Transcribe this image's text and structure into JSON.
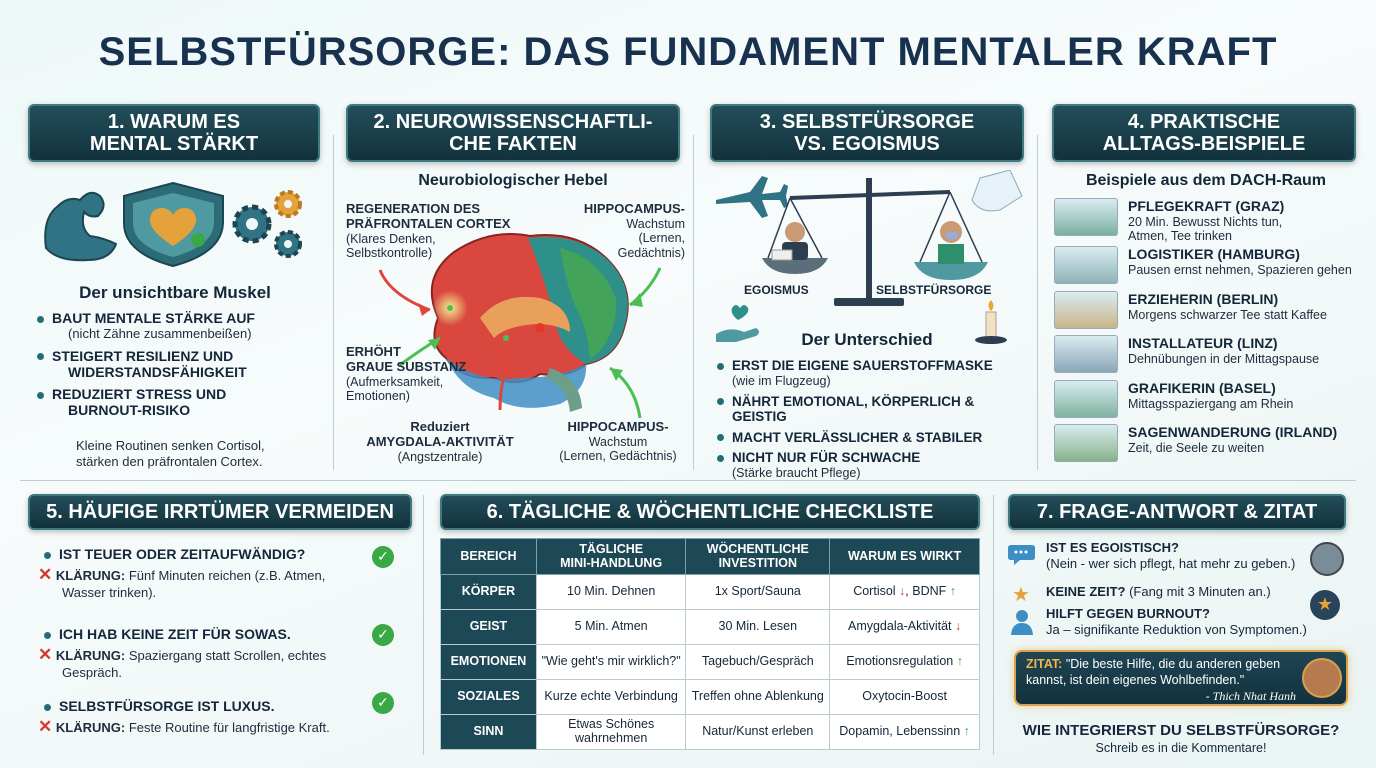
{
  "title": "SELBSTFÜRSORGE: DAS FUNDAMENT MENTALER KRAFT",
  "s1": {
    "banner": [
      "1. WARUM ES",
      "MENTAL STÄRKT"
    ],
    "heading": "Der unsichtbare Muskel",
    "bullets": [
      {
        "main": "BAUT MENTALE STÄRKE AUF",
        "sub": "(nicht Zähne zusammenbeißen)"
      },
      {
        "main": "STEIGERT RESILIENZ UND",
        "main2": "WIDERSTANDSFÄHIGKEIT"
      },
      {
        "main": "REDUZIERT STRESS UND",
        "main2": "BURNOUT-RISIKO"
      }
    ],
    "note": [
      "Kleine Routinen senken Cortisol,",
      "stärken den präfrontalen Cortex."
    ]
  },
  "s2": {
    "banner": [
      "2. NEUROWISSENSCHAFTLI-",
      "CHE FAKTEN"
    ],
    "heading": "Neurobiologischer Hebel",
    "l1": [
      "REGENERATION DES",
      "PRÄFRONTALEN CORTEX",
      "(Klares Denken,",
      "Selbstkontrolle)"
    ],
    "l2": [
      "HIPPOCAMPUS-",
      "Wachstum",
      "(Lernen,",
      "Gedächtnis)"
    ],
    "l3": [
      "ERHÖHT",
      "GRAUE SUBSTANZ",
      "(Aufmerksamkeit,",
      "Emotionen)"
    ],
    "l4": [
      "Reduziert",
      "AMYGDALA-AKTIVITÄT",
      "(Angstzentrale)"
    ],
    "l5": [
      "HIPPOCAMPUS-",
      "Wachstum",
      "(Lernen, Gedächtnis)"
    ]
  },
  "s3": {
    "banner": [
      "3. SELBSTFÜRSORGE",
      "VS. EGOISMUS"
    ],
    "scale_left": "EGOISMUS",
    "scale_right": "SELBSTFÜRSORGE",
    "heading": "Der Unterschied",
    "bullets": [
      {
        "main": "ERST DIE EIGENE SAUERSTOFFMASKE",
        "sub": "(wie im Flugzeug)"
      },
      {
        "main": "NÄHRT EMOTIONAL, KÖRPERLICH & GEISTIG"
      },
      {
        "main": "MACHT VERLÄSSLICHER & STABILER"
      },
      {
        "main": "NICHT NUR FÜR SCHWACHE",
        "sub": "(Stärke braucht Pflege)"
      }
    ]
  },
  "s4": {
    "banner": [
      "4. PRAKTISCHE",
      "ALLTAGS-BEISPIELE"
    ],
    "heading": "Beispiele aus dem DACH-Raum",
    "items": [
      {
        "title": "PFLEGEKRAFT (GRAZ)",
        "lines": [
          "20 Min. Bewusst Nichts tun,",
          "Atmen, Tee trinken"
        ],
        "color": "#7bb0a0"
      },
      {
        "title": "LOGISTIKER (HAMBURG)",
        "lines": [
          "Pausen ernst nehmen, Spazieren gehen"
        ],
        "color": "#8eb3b8"
      },
      {
        "title": "ERZIEHERIN (BERLIN)",
        "lines": [
          "Morgens schwarzer Tee statt Kaffee"
        ],
        "color": "#c8b58a"
      },
      {
        "title": "INSTALLATEUR (LINZ)",
        "lines": [
          "Dehnübungen in der Mittagspause"
        ],
        "color": "#8aa7b8"
      },
      {
        "title": "GRAFIKERIN (BASEL)",
        "lines": [
          "Mittagsspaziergang am Rhein"
        ],
        "color": "#7fb2a0"
      },
      {
        "title": "SAGENWANDERUNG (IRLAND)",
        "lines": [
          "Zeit, die Seele zu weiten"
        ],
        "color": "#86b28a"
      }
    ]
  },
  "s5": {
    "banner": "5. HÄUFIGE IRRTÜMER VERMEIDEN",
    "label": "KLÄRUNG:",
    "items": [
      {
        "q": "IST TEUER ODER ZEITAUFWÄNDIG?",
        "a": [
          "Fünf Minuten reichen (z.B. Atmen,",
          "Wasser trinken)."
        ]
      },
      {
        "q": "ICH HAB KEINE ZEIT FÜR SOWAS.",
        "a": [
          "Spaziergang statt Scrollen, echtes",
          "Gespräch."
        ]
      },
      {
        "q": "SELBSTFÜRSORGE IST LUXUS.",
        "a": [
          "Feste Routine für langfristige Kraft."
        ]
      }
    ]
  },
  "s6": {
    "banner": "6. TÄGLICHE & WÖCHENTLICHE CHECKLISTE",
    "headers": [
      "BEREICH",
      "TÄGLICHE\nMINI-HANDLUNG",
      "WÖCHENTLICHE\nINVESTITION",
      "WARUM ES WIRKT"
    ],
    "rows": [
      [
        "KÖRPER",
        "10 Min. Dehnen",
        "1x Sport/Sauna",
        "Cortisol ↓, BDNF ↑"
      ],
      [
        "GEIST",
        "5 Min. Atmen",
        "30 Min. Lesen",
        "Amygdala-Aktivität ↓"
      ],
      [
        "EMOTIONEN",
        "\"Wie geht's mir wirklich?\"",
        "Tagebuch/Gespräch",
        "Emotionsregulation ↑"
      ],
      [
        "SOZIALES",
        "Kurze echte Verbindung",
        "Treffen ohne Ablenkung",
        "Oxytocin-Boost"
      ],
      [
        "SINN",
        "Etwas Schönes\nwahrnehmen",
        "Natur/Kunst erleben",
        "Dopamin, Lebenssinn ↑"
      ]
    ]
  },
  "s7": {
    "banner": "7. FRAGE-ANTWORT & ZITAT",
    "qa": [
      {
        "q": "IST ES EGOISTISCH?",
        "a": "(Nein - wer sich pflegt, hat mehr zu geben.)"
      },
      {
        "q": "KEINE ZEIT?",
        "a": "(Fang mit 3 Minuten an.)"
      },
      {
        "q": "HILFT GEGEN BURNOUT?",
        "a": "Ja – signifikante Reduktion von Symptomen.)"
      }
    ],
    "quote_label": "ZITAT:",
    "quote": [
      "\"Die beste Hilfe, die du anderen geben",
      "kannst, ist dein eigenes Wohlbefinden.\""
    ],
    "author": "- Thich Nhat Hanh",
    "cta": "WIE INTEGRIERST DU SELBSTFÜRSORGE?",
    "cta_sub": "Schreib es in die Kommentare!"
  },
  "colors": {
    "banner": "#17414d",
    "accent": "#1f6f74",
    "check": "#3aa845",
    "cross": "#d23b2f"
  }
}
